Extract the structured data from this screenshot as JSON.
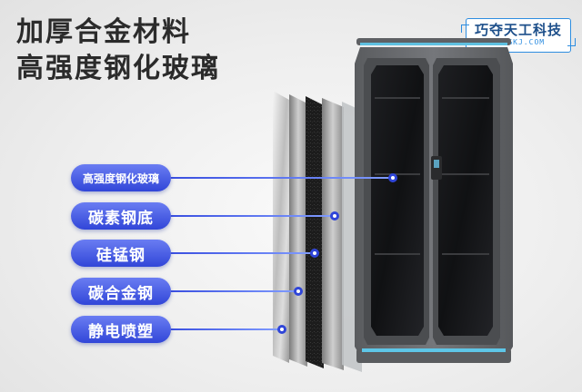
{
  "headline": {
    "line1": "加厚合金材料",
    "line2": "高强度钢化玻璃"
  },
  "brand": {
    "name": "巧夺天工科技",
    "url": "QDTGKJ.COM"
  },
  "features": [
    {
      "label": "高强度钢化玻璃"
    },
    {
      "label": "碳素钢底"
    },
    {
      "label": "硅锰钢"
    },
    {
      "label": "碳合金钢"
    },
    {
      "label": "静电喷塑"
    }
  ],
  "colors": {
    "accent": "#3146d8",
    "cabinet": "#6b6d70",
    "glow": "#5fd8ff"
  }
}
